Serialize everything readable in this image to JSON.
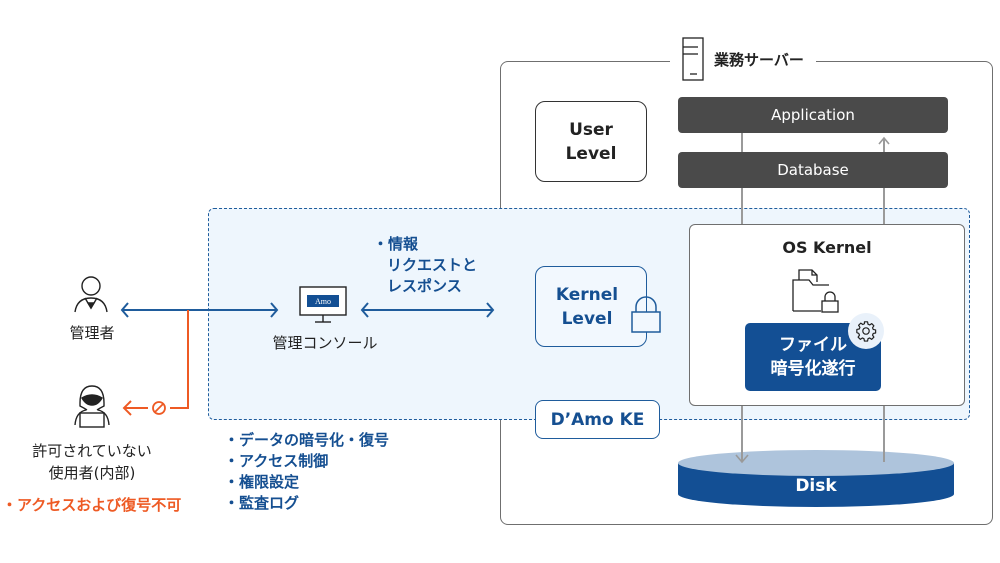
{
  "server": {
    "title": "業務サーバー",
    "icon": "server-icon"
  },
  "user_level": {
    "line1": "User",
    "line2": "Level"
  },
  "layers": {
    "application": "Application",
    "database": "Database"
  },
  "kernel_level": {
    "line1": "Kernel",
    "line2": "Level"
  },
  "damo_ke": "D’Amo KE",
  "os_kernel": {
    "title": "OS Kernel",
    "file_encryption_line1": "ファイル",
    "file_encryption_line2": "暗号化遂行"
  },
  "disk": "Disk",
  "admin": {
    "label": "管理者"
  },
  "console": {
    "label": "管理コンソール",
    "screen_logo": "Amo"
  },
  "request_note": {
    "line1": "・情報",
    "line2": "リクエストと",
    "line3": "レスポンス"
  },
  "unauthorized": {
    "line1": "許可されていない",
    "line2": "使用者(内部)",
    "note": "・アクセスおよび復号不可"
  },
  "features": [
    "・データの暗号化・復号",
    "・アクセス制御",
    "・権限設定",
    "・監査ログ"
  ],
  "colors": {
    "brand_blue": "#154f91",
    "dark_bar": "#4a4a4a",
    "denied_orange": "#ee5a24",
    "zone_fill": "#eef6fd",
    "disk_top": "#aec4dc"
  }
}
